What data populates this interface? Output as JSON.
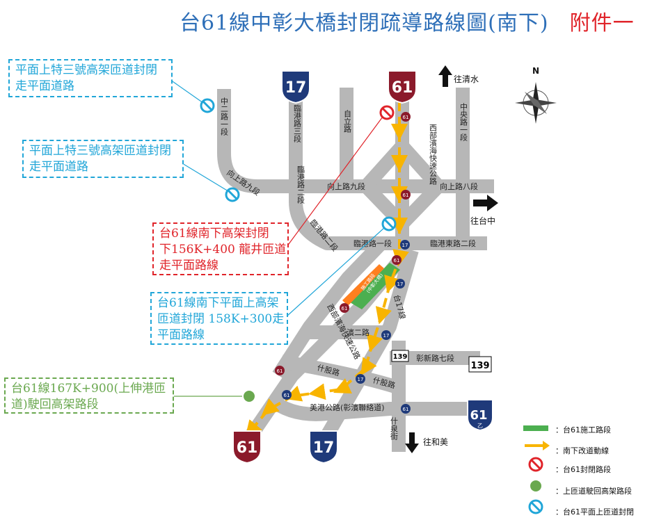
{
  "title": {
    "main": "台61線中彰大橋封閉疏導路線圖(南下)",
    "attachment": "附件一"
  },
  "callouts": {
    "c1": [
      "平面上特三號高架匝道封閉",
      "走平面道路"
    ],
    "c2": [
      "平面上特三號高架匝道封閉",
      "走平面道路"
    ],
    "c3": [
      "台61線南下高架封閉",
      "下156K+400 龍井匝道",
      "走平面路線"
    ],
    "c4": [
      "台61線南下平面上高架",
      "匝道封閉 158K+300走",
      "平面路線"
    ],
    "c5": [
      "台61線167K+900(上伸港匝",
      "道)駛回高架路段"
    ]
  },
  "roads": {
    "zhonger": "中二路一段",
    "xiangshangyi": "向上路九段",
    "lingangsan": "臨港路三段",
    "lingangerA": "臨港路二段",
    "lingangerB": "臨港路二段",
    "ziliroad": "自立路",
    "xibu": "西部濱海快速公路",
    "zhongyang": "中央路一段",
    "xiangshangjiu": "向上路九段",
    "xiangshangba": "向上路八段",
    "lingangyi": "臨港路一段",
    "lingangdong": "臨港東路二段",
    "tai17": "台17線",
    "xibin2": "西部濱海快速公路",
    "bin2": "濱二路",
    "shigu": "什股路",
    "shigu2": "什股路",
    "zhangxin": "彰新路七段",
    "meigang": "美港公路(彰濱聯絡道)",
    "shiquan": "什泉街"
  },
  "construction": [
    "施工路段",
    "(中彰大橋)"
  ],
  "directions": {
    "north": "往清水",
    "east": "往台中",
    "south": "往和美",
    "compass": "N"
  },
  "shields": {
    "r61": "61",
    "r17": "17",
    "r139": "139",
    "r61b": "61",
    "r61b_sub": "乙"
  },
  "legend": {
    "construction": "：台61施工路段",
    "detour": "：南下改道動線",
    "closed": "：台61封閉路段",
    "return": "：上匝道駛回高架路段",
    "ramp_closed": "：台61平面上匝道封閉"
  },
  "colors": {
    "road": "#b7b7b7",
    "detour": "#f8b400",
    "closed": "#e0242a",
    "blue_note": "#21a6d8",
    "green_note": "#6aa84f",
    "construction": "#4caf50",
    "shield61": "#8b1a2b",
    "shield17": "#1f3a7a"
  }
}
